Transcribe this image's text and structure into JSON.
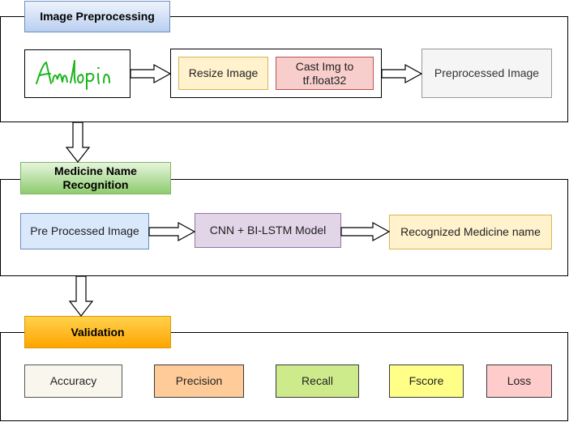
{
  "sections": {
    "preprocessing": {
      "title": "Image Preprocessing",
      "input_handwriting": "Amlopin",
      "steps": [
        "Resize Image",
        "Cast Img to tf.float32"
      ],
      "output": "Preprocessed Image"
    },
    "recognition": {
      "title": "Medicine Name Recognition",
      "input": "Pre Processed Image",
      "model": "CNN + BI-LSTM Model",
      "output": "Recognized Medicine name"
    },
    "validation": {
      "title": "Validation",
      "metrics": [
        "Accuracy",
        "Precision",
        "Recall",
        "Fscore",
        "Loss"
      ]
    }
  },
  "colors": {
    "header_preprocessing": "#dae8fc",
    "header_recognition": "#b9e0a5",
    "header_validation": "#ffb570",
    "resize": "#fff2cc",
    "cast": "#f8cecc",
    "preprocessed": "#f5f5f5",
    "pre_processed_input": "#dae8fc",
    "model": "#e1d5e7",
    "recognized": "#fff2cc",
    "accuracy": "#f9f7ed",
    "precision": "#ffcc99",
    "recall": "#cdeb8b",
    "fscore": "#ffff88",
    "loss": "#ffcccc",
    "handwriting": "#1db51d"
  }
}
